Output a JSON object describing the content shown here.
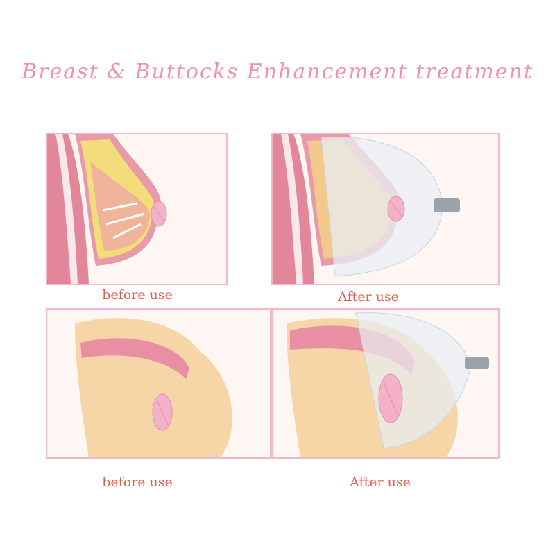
{
  "title": "Breast & Buttocks Enhancement treatment",
  "panels": [
    {
      "caption": "before use"
    },
    {
      "caption": "After use"
    },
    {
      "caption": "before use"
    },
    {
      "caption": "After use"
    }
  ],
  "colors": {
    "title": "#f08fb0",
    "border": "#f2b7c8",
    "caption": "#e05b4a",
    "skin": "#f6d6a6",
    "tissue": "#e98fa3"
  },
  "icons": [
    "breast-illustration",
    "breast-cup-illustration",
    "buttocks-illustration",
    "buttocks-cup-illustration"
  ]
}
